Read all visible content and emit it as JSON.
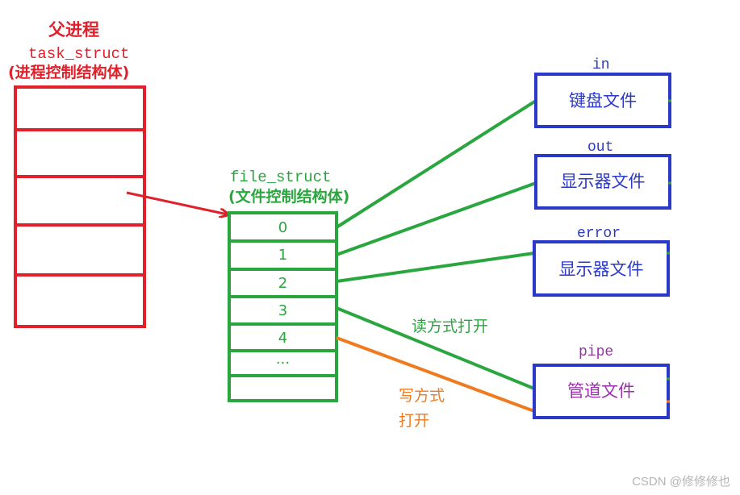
{
  "parent": {
    "title": "父进程",
    "struct_name": "task_struct",
    "struct_desc": "(进程控制结构体)"
  },
  "file_table": {
    "struct_name": "file_struct",
    "struct_desc": "(文件控制结构体)",
    "fds": [
      "0",
      "1",
      "2",
      "3",
      "4",
      "..."
    ]
  },
  "targets": [
    {
      "stream": "in",
      "file": "键盘文件"
    },
    {
      "stream": "out",
      "file": "显示器文件"
    },
    {
      "stream": "error",
      "file": "显示器文件"
    },
    {
      "stream": "pipe",
      "file": "管道文件"
    }
  ],
  "edge_labels": {
    "read": "读方式打开",
    "write_line1": "写方式",
    "write_line2": "打开"
  },
  "colors": {
    "red": "#e0202a",
    "green": "#2aa63f",
    "blue": "#2b39c8",
    "orange": "#f07a1f",
    "purple": "#9b2fae"
  },
  "watermark": "CSDN @修修修也"
}
